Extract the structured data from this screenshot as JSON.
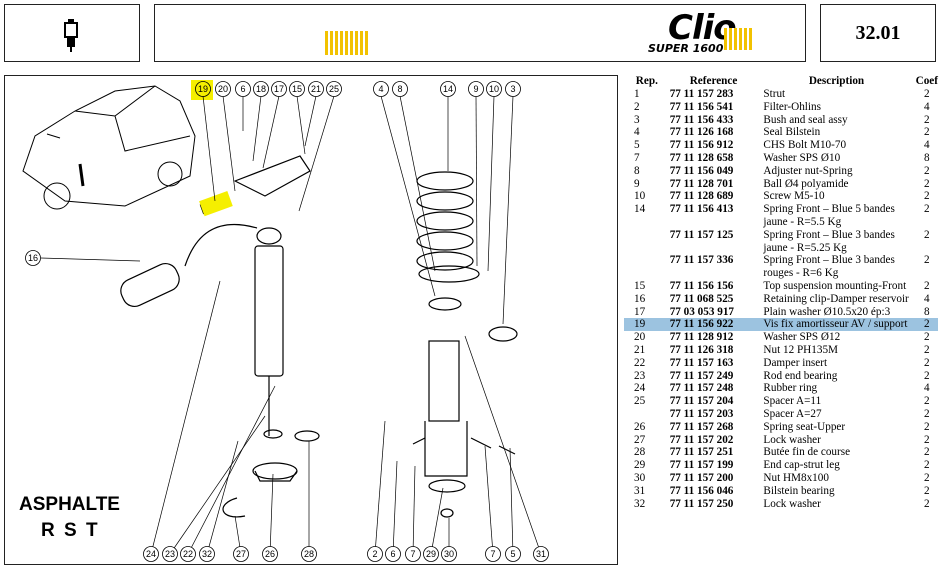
{
  "header": {
    "logo_main": "Clio",
    "logo_sub": "SUPER 1600",
    "page_ref": "32.01"
  },
  "diagram": {
    "caption_line1": "ASPHALTE",
    "caption_line2": "R S T",
    "callouts_top_left": [
      "19",
      "20",
      "6",
      "18",
      "17",
      "15",
      "21",
      "25"
    ],
    "callouts_top_right": [
      "4",
      "8",
      "14",
      "9",
      "10",
      "3"
    ],
    "callouts_bottom": [
      "24",
      "23",
      "22",
      "32",
      "27",
      "26",
      "28",
      "2",
      "6",
      "7",
      "29",
      "30",
      "7",
      "5",
      "31"
    ],
    "callout_side": "16",
    "highlighted": "19"
  },
  "table": {
    "headers": [
      "Rep.",
      "Reference",
      "Description",
      "Coef"
    ],
    "rows": [
      {
        "rep": "1",
        "ref": "77 11 157 283",
        "desc": "Strut",
        "coef": "2"
      },
      {
        "rep": "2",
        "ref": "77 11 156 541",
        "desc": "Filter-Ohlins",
        "coef": "4"
      },
      {
        "rep": "3",
        "ref": "77 11 156 433",
        "desc": "Bush and seal assy",
        "coef": "2"
      },
      {
        "rep": "4",
        "ref": "77 11 126 168",
        "desc": "Seal Bilstein",
        "coef": "2"
      },
      {
        "rep": "5",
        "ref": "77 11 156 912",
        "desc": "CHS Bolt M10-70",
        "coef": "4"
      },
      {
        "rep": "7",
        "ref": "77 11 128 658",
        "desc": "Washer SPS Ø10",
        "coef": "8"
      },
      {
        "rep": "8",
        "ref": "77 11 156 049",
        "desc": "Adjuster nut-Spring",
        "coef": "2"
      },
      {
        "rep": "9",
        "ref": "77 11 128 701",
        "desc": "Ball Ø4 polyamide",
        "coef": "2"
      },
      {
        "rep": "10",
        "ref": "77 11 128 689",
        "desc": "Screw M5-10",
        "coef": "2"
      },
      {
        "rep": "14",
        "ref": "77 11 156 413",
        "desc": "Spring Front – Blue 5 bandes jaune - R=5.5 Kg",
        "coef": "2"
      },
      {
        "rep": "",
        "ref": "77 11 157 125",
        "desc": "Spring Front – Blue 3 bandes jaune - R=5.25 Kg",
        "coef": "2"
      },
      {
        "rep": "",
        "ref": "77 11 157 336",
        "desc": "Spring Front – Blue 3 bandes rouges - R=6 Kg",
        "coef": "2"
      },
      {
        "rep": "15",
        "ref": "77 11 156 156",
        "desc": "Top suspension mounting-Front",
        "coef": "2"
      },
      {
        "rep": "16",
        "ref": "77 11 068 525",
        "desc": "Retaining clip-Damper reservoir",
        "coef": "4"
      },
      {
        "rep": "17",
        "ref": "77 03 053 917",
        "desc": "Plain washer Ø10.5x20 ép:3",
        "coef": "8"
      },
      {
        "rep": "19",
        "ref": "77 11 156 922",
        "desc": "Vis fix amortisseur AV / support",
        "coef": "2"
      },
      {
        "rep": "20",
        "ref": "77 11 128 912",
        "desc": "Washer SPS Ø12",
        "coef": "2"
      },
      {
        "rep": "21",
        "ref": "77 11 126 318",
        "desc": "Nut 12 PH135M",
        "coef": "2"
      },
      {
        "rep": "22",
        "ref": "77 11 157 163",
        "desc": "Damper insert",
        "coef": "2"
      },
      {
        "rep": "23",
        "ref": "77 11 157 249",
        "desc": "Rod end bearing",
        "coef": "2"
      },
      {
        "rep": "24",
        "ref": "77 11 157 248",
        "desc": "Rubber ring",
        "coef": "4"
      },
      {
        "rep": "25",
        "ref": "77 11 157 204",
        "desc": "Spacer A=11",
        "coef": "2"
      },
      {
        "rep": "",
        "ref": "77 11 157 203",
        "desc": "Spacer A=27",
        "coef": "2"
      },
      {
        "rep": "26",
        "ref": "77 11 157 268",
        "desc": "Spring seat-Upper",
        "coef": "2"
      },
      {
        "rep": "27",
        "ref": "77 11 157 202",
        "desc": "Lock washer",
        "coef": "2"
      },
      {
        "rep": "28",
        "ref": "77 11 157 251",
        "desc": "Butée fin de course",
        "coef": "2"
      },
      {
        "rep": "29",
        "ref": "77 11 157 199",
        "desc": "End cap-strut leg",
        "coef": "2"
      },
      {
        "rep": "30",
        "ref": "77 11 157 200",
        "desc": "Nut HM8x100",
        "coef": "2"
      },
      {
        "rep": "31",
        "ref": "77 11 156 046",
        "desc": "Bilstein bearing",
        "coef": "2"
      },
      {
        "rep": "32",
        "ref": "77 11 157 250",
        "desc": "Lock washer",
        "coef": "2"
      }
    ],
    "highlighted_rep": "19"
  },
  "colors": {
    "highlight_row": "#9cc3e0",
    "highlight_callout": "#f5ef00",
    "stripe": "#f2c200"
  }
}
